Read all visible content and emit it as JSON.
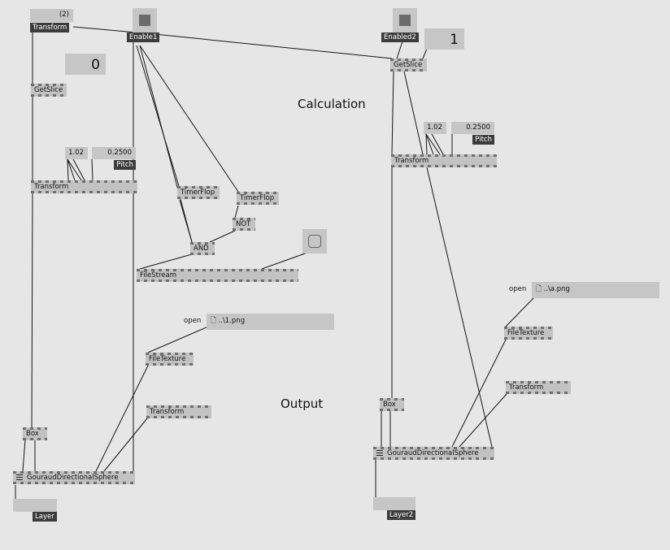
{
  "comments": {
    "calculation": "Calculation",
    "output": "Output"
  },
  "left": {
    "spread_count": "(2)",
    "transform_top": "Transform",
    "enable_toggle": "Enable1",
    "slice_index": "0",
    "getslice": "GetSlice",
    "scale_value": "1.02",
    "pitch_value": "0.2500",
    "pitch_label": "Pitch",
    "transform_mid": "Transform",
    "timerflop_1": "TimerFlop",
    "timerflop_2": "TimerFlop",
    "not_node": "NOT",
    "and_node": "AND",
    "filestream": "FileStream",
    "open_label": "open",
    "file_path": "🗋 ..\\1.png",
    "filetexture": "FileTexture",
    "transform_out": "Transform",
    "box": "Box",
    "sphere": "GouraudDirectionalSphere",
    "layer": "Layer"
  },
  "right": {
    "enable_toggle": "Enabled2",
    "slice_index": "1",
    "getslice": "GetSlice",
    "scale_value": "1.02",
    "pitch_value": "0.2500",
    "pitch_label": "Pitch",
    "transform_mid": "Transform",
    "open_label": "open",
    "file_path": "🗋 ..\\a.png",
    "filetexture": "FileTexture",
    "transform_out": "Transform",
    "box": "Box",
    "sphere": "GouraudDirectionalSphere",
    "layer": "Layer2"
  }
}
